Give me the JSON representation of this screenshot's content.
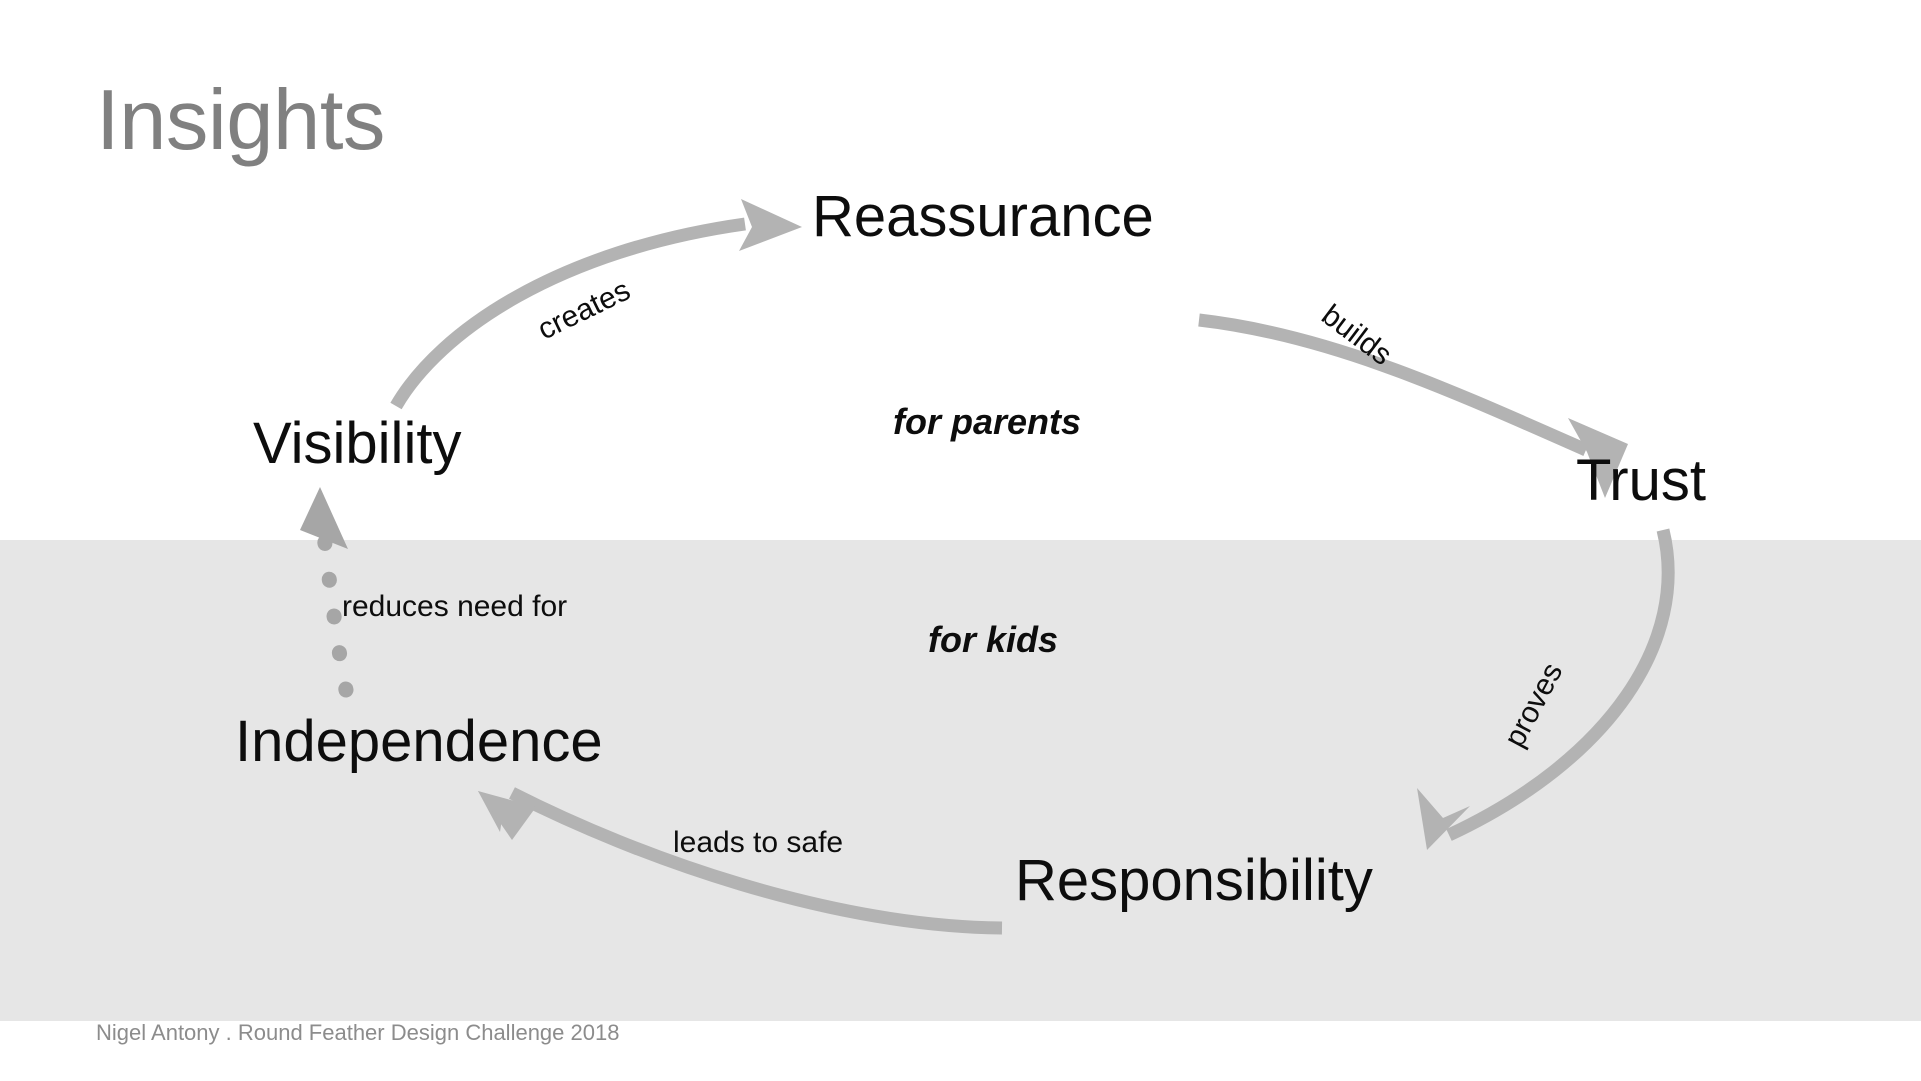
{
  "slide": {
    "title": "Insights",
    "footer": "Nigel Antony . Round Feather Design Challenge 2018",
    "background_top_color": "#ffffff",
    "background_bottom_color": "#e6e6e6",
    "title_color": "#808080",
    "node_text_color": "#0d0d0d",
    "arrow_color": "#b3b3b3",
    "footer_color": "#8c8c8c"
  },
  "nodes": [
    {
      "id": "reassurance",
      "label": "Reassurance"
    },
    {
      "id": "trust",
      "label": "Trust"
    },
    {
      "id": "responsibility",
      "label": "Responsibility"
    },
    {
      "id": "independence",
      "label": "Independence"
    },
    {
      "id": "visibility",
      "label": "Visibility"
    }
  ],
  "edges": [
    {
      "id": "creates",
      "label": "creates",
      "from": "visibility",
      "to": "reassurance",
      "style": "solid"
    },
    {
      "id": "builds",
      "label": "builds",
      "from": "reassurance",
      "to": "trust",
      "style": "solid"
    },
    {
      "id": "proves",
      "label": "proves",
      "from": "trust",
      "to": "responsibility",
      "style": "solid"
    },
    {
      "id": "leads_to_safe",
      "label": "leads to safe",
      "from": "responsibility",
      "to": "independence",
      "style": "solid"
    },
    {
      "id": "reduces_need_for",
      "label": "reduces need for",
      "from": "independence",
      "to": "visibility",
      "style": "dotted"
    }
  ],
  "group_labels": [
    {
      "id": "for_parents",
      "label": "for parents"
    },
    {
      "id": "for_kids",
      "label": "for kids"
    }
  ]
}
